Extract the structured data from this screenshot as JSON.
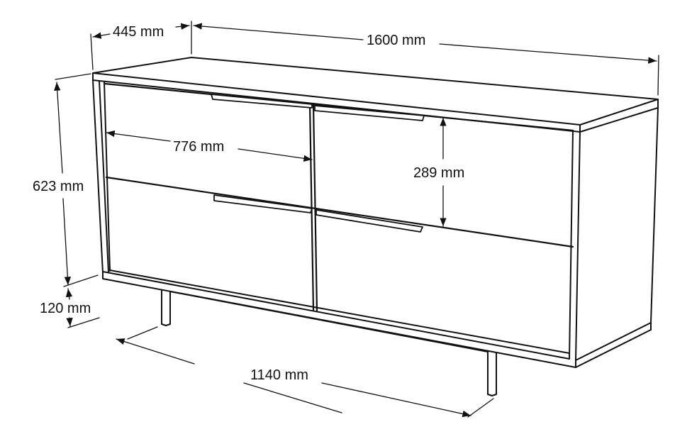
{
  "diagram": {
    "subject": "Sideboard / chest of drawers dimension drawing",
    "stroke_color": "#111111",
    "background": "#ffffff",
    "dimensions": {
      "depth": "445 mm",
      "width": "1600 mm",
      "body_height": "623 mm",
      "leg_height": "120 mm",
      "drawer_width": "776 mm",
      "drawer_height": "289 mm",
      "leg_spacing": "1140 mm"
    }
  }
}
